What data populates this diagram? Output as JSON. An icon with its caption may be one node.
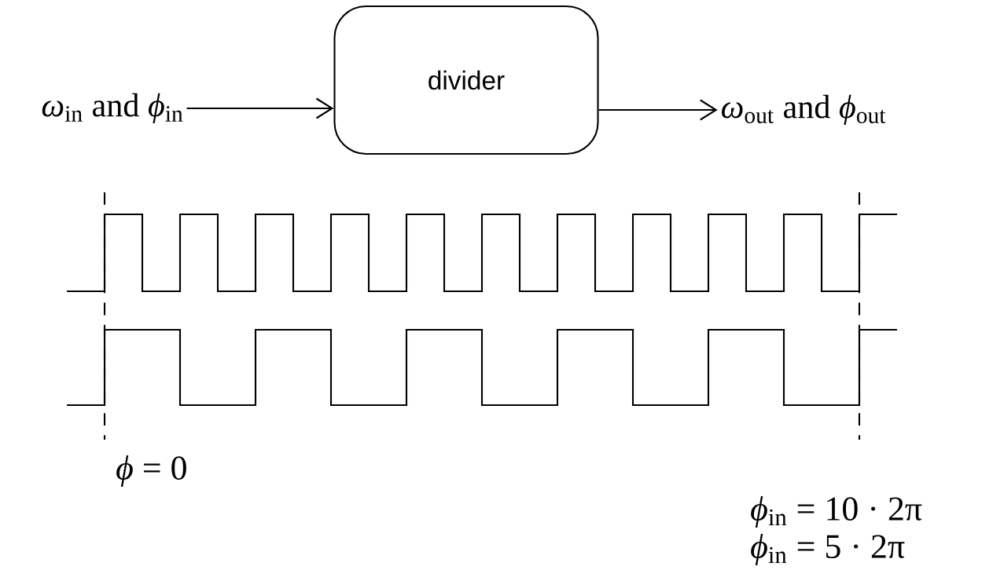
{
  "diagram": {
    "nodes": [
      {
        "text": [
          "*ω*$_{in}$ and *ϕ*$_{in}$"
        ]
      },
      {
        "text": [
          "divider"
        ]
      },
      {
        "text": [
          "*ω*$_{out}$ and *ϕ*$_{out}$"
        ]
      }
    ],
    "edges": [
      {
        "from": 0,
        "to": 1,
        "arrow": "to"
      },
      {
        "from": 1,
        "to": 2,
        "arrow": "to"
      }
    ],
    "labels": [
      "*ϕ* = 0",
      "*ϕ*$_{in}$ = 10 · 2π",
      "*ϕ*$_{in}$ = 5 · 2π"
    ]
  }
}
